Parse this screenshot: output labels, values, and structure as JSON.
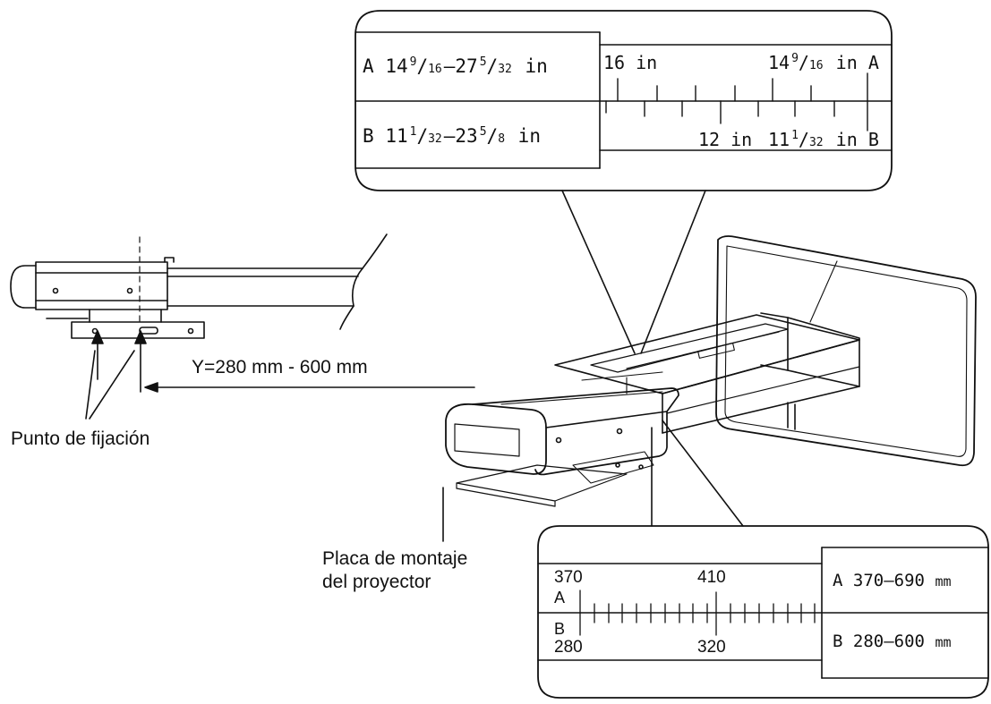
{
  "top_callout": {
    "label_a": {
      "letter": "A",
      "whole1": "14",
      "num1": "9",
      "den1": "16",
      "whole2": "27",
      "num2": "5",
      "den2": "32",
      "unit": "in"
    },
    "label_b": {
      "letter": "B",
      "whole1": "11",
      "num1": "1",
      "den1": "32",
      "whole2": "23",
      "num2": "5",
      "den2": "8",
      "unit": "in"
    },
    "scale_top_left": "16 in",
    "scale_top_right": {
      "whole": "14",
      "num": "9",
      "den": "16",
      "unit": "in",
      "letter": "A"
    },
    "scale_bottom_mid": "12 in",
    "scale_bottom_right": {
      "whole": "11",
      "num": "1",
      "den": "32",
      "unit": "in",
      "letter": "B"
    }
  },
  "bottom_callout": {
    "scale_top_left": "370",
    "scale_top_mid": "410",
    "letter_a": "A",
    "letter_b": "B",
    "scale_bottom_left": "280",
    "scale_bottom_mid": "320",
    "range_a": {
      "letter": "A",
      "value": "370–690",
      "unit": "mm"
    },
    "range_b": {
      "letter": "B",
      "value": "280–600",
      "unit": "mm"
    }
  },
  "labels": {
    "y_range": "Y=280 mm - 600 mm",
    "fixing_point": "Punto de fijación",
    "mount_plate_line1": "Placa de montaje",
    "mount_plate_line2": "del proyector"
  }
}
